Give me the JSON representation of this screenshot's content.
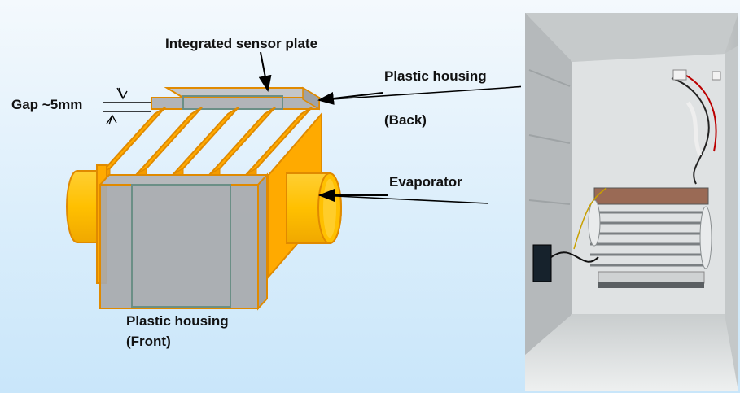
{
  "labels": {
    "sensor_plate": "Integrated sensor plate",
    "housing_back": "Plastic housing",
    "housing_back_sub": "(Back)",
    "gap": "Gap ~5mm",
    "evaporator": "Evaporator",
    "housing_front": "Plastic housing",
    "housing_front_sub": "(Front)"
  },
  "colors": {
    "fin_orange": "#ffaa00",
    "fin_edge": "#e08a00",
    "housing_gray": "#a7a9ad",
    "pipe_orange": "#ffc000"
  }
}
